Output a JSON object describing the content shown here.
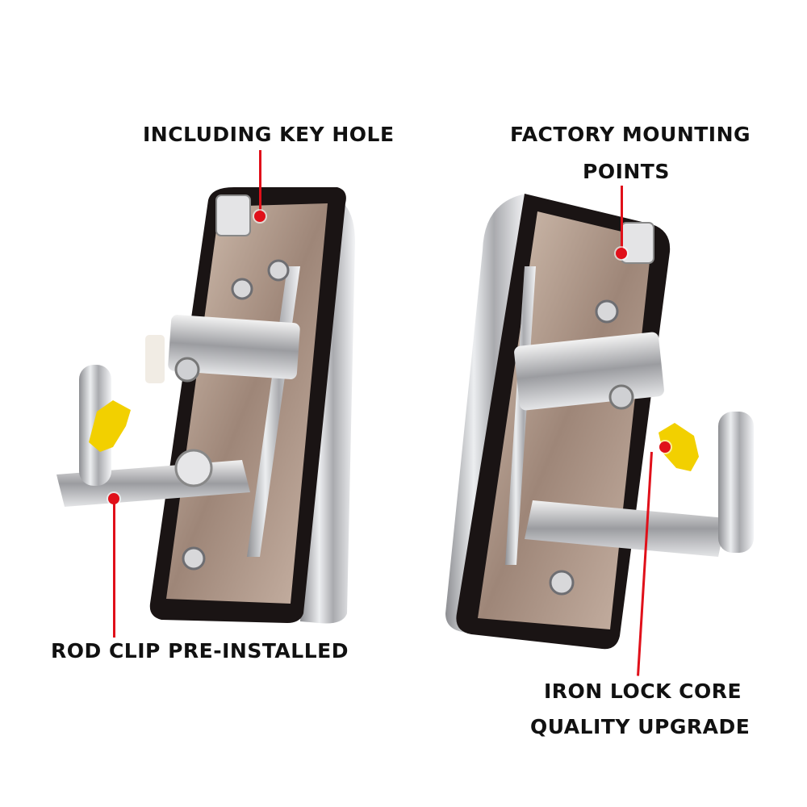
{
  "callouts": {
    "key_hole": "INCLUDING KEY HOLE",
    "mounting_line1": "FACTORY MOUNTING",
    "mounting_line2": "POINTS",
    "rod_clip": "ROD CLIP PRE-INSTALLED",
    "lock_core_line1": "IRON LOCK CORE",
    "quality_line2": "QUALITY UPGRADE"
  },
  "colors": {
    "accent": "#e0101a",
    "chrome": "#c8c9cc",
    "gasket": "#1a1414",
    "clip": "#f2d000"
  }
}
